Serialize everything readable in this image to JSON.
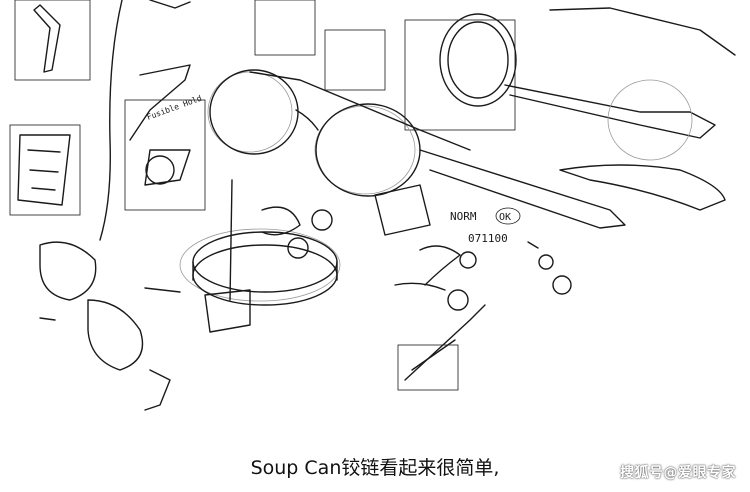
{
  "sketch": {
    "note_left": "Fusible Hold",
    "note_norm": "NORM",
    "note_ok": "OK",
    "note_number": "071100"
  },
  "caption": "Soup Can铰链看起来很简单,",
  "watermark": "搜狐号@爱眼专家"
}
